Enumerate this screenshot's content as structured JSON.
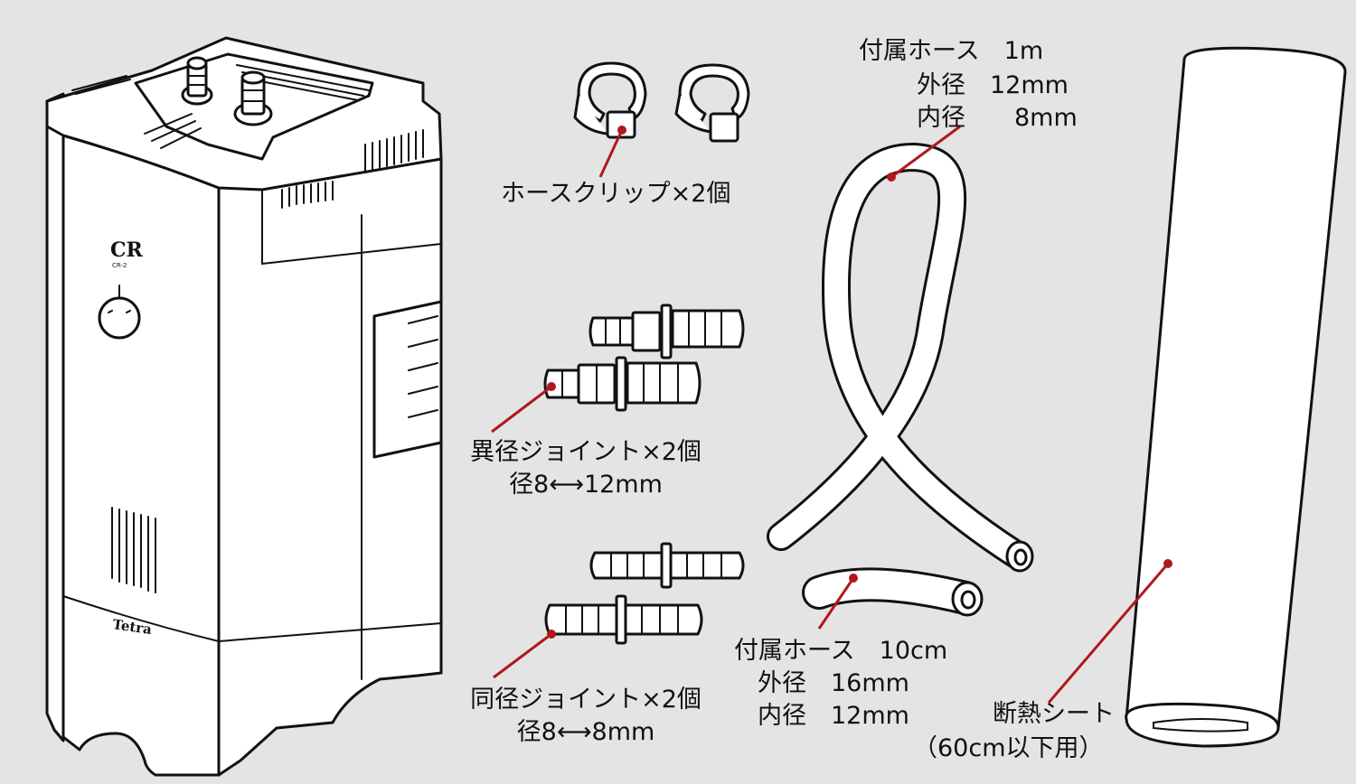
{
  "device": {
    "brand_label": "CR",
    "model_label": "CR-2",
    "maker_label": "Tetra"
  },
  "hose_clip": {
    "line1": "ホースクリップ×2個"
  },
  "reducer_joint": {
    "line1": "異径ジョイント×2個",
    "line2": "径8⟷12mm"
  },
  "straight_joint": {
    "line1": "同径ジョイント×2個",
    "line2": "径8⟷8mm"
  },
  "hose_long": {
    "name": "付属ホース　1m",
    "outer": "外径　12mm",
    "inner": "内径　　8mm"
  },
  "hose_short": {
    "name": "付属ホース　10cm",
    "outer": "外径　16mm",
    "inner": "内径　12mm"
  },
  "insulation": {
    "line1": "断熱シート",
    "line2": "（60cm以下用）"
  },
  "colors": {
    "background": "#e4e4e4",
    "line": "#111111",
    "fill": "#ffffff",
    "pointer": "#b0181e"
  }
}
